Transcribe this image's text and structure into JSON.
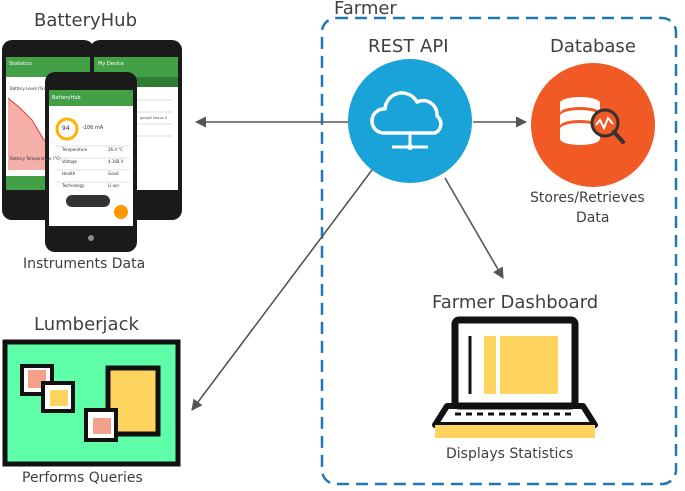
{
  "farmer_box": {
    "title": "Farmer",
    "border_color": "#1f78b4"
  },
  "rest_api": {
    "label": "REST API",
    "icon": "cloud-network-icon",
    "color": "#1aa3d9"
  },
  "database": {
    "label": "Database",
    "caption_line1": "Stores/Retrieves",
    "caption_line2": "Data",
    "icon": "database-search-icon",
    "color": "#f15a24"
  },
  "dashboard": {
    "label": "Farmer Dashboard",
    "caption": "Displays Statistics",
    "icon": "laptop-icon",
    "accent": "#ffd45e"
  },
  "batteryhub": {
    "label": "BatteryHub",
    "caption": "Instruments Data",
    "icon": "android-phones-icon",
    "accent": "#43a047",
    "phone_front": {
      "app_title": "BatteryHub",
      "battery_level": "94",
      "current": "-106 mA",
      "rows": [
        {
          "label": "Temperature",
          "value": "26.4 °C"
        },
        {
          "label": "Voltage",
          "value": "4.168 V"
        },
        {
          "label": "Health",
          "value": "Good"
        },
        {
          "label": "Technology",
          "value": "Li-ion"
        }
      ]
    },
    "phone_left": {
      "app_title": "Statistics",
      "chart1_title": "Battery Level (%)",
      "chart2_title": "Battery Temperature (°C)"
    },
    "phone_right": {
      "app_title": "My Device",
      "detail": "google Nexus 5"
    }
  },
  "lumberjack": {
    "label": "Lumberjack",
    "caption": "Performs Queries",
    "icon": "lumberjack-windows-icon",
    "bg_color": "#5effa8"
  }
}
